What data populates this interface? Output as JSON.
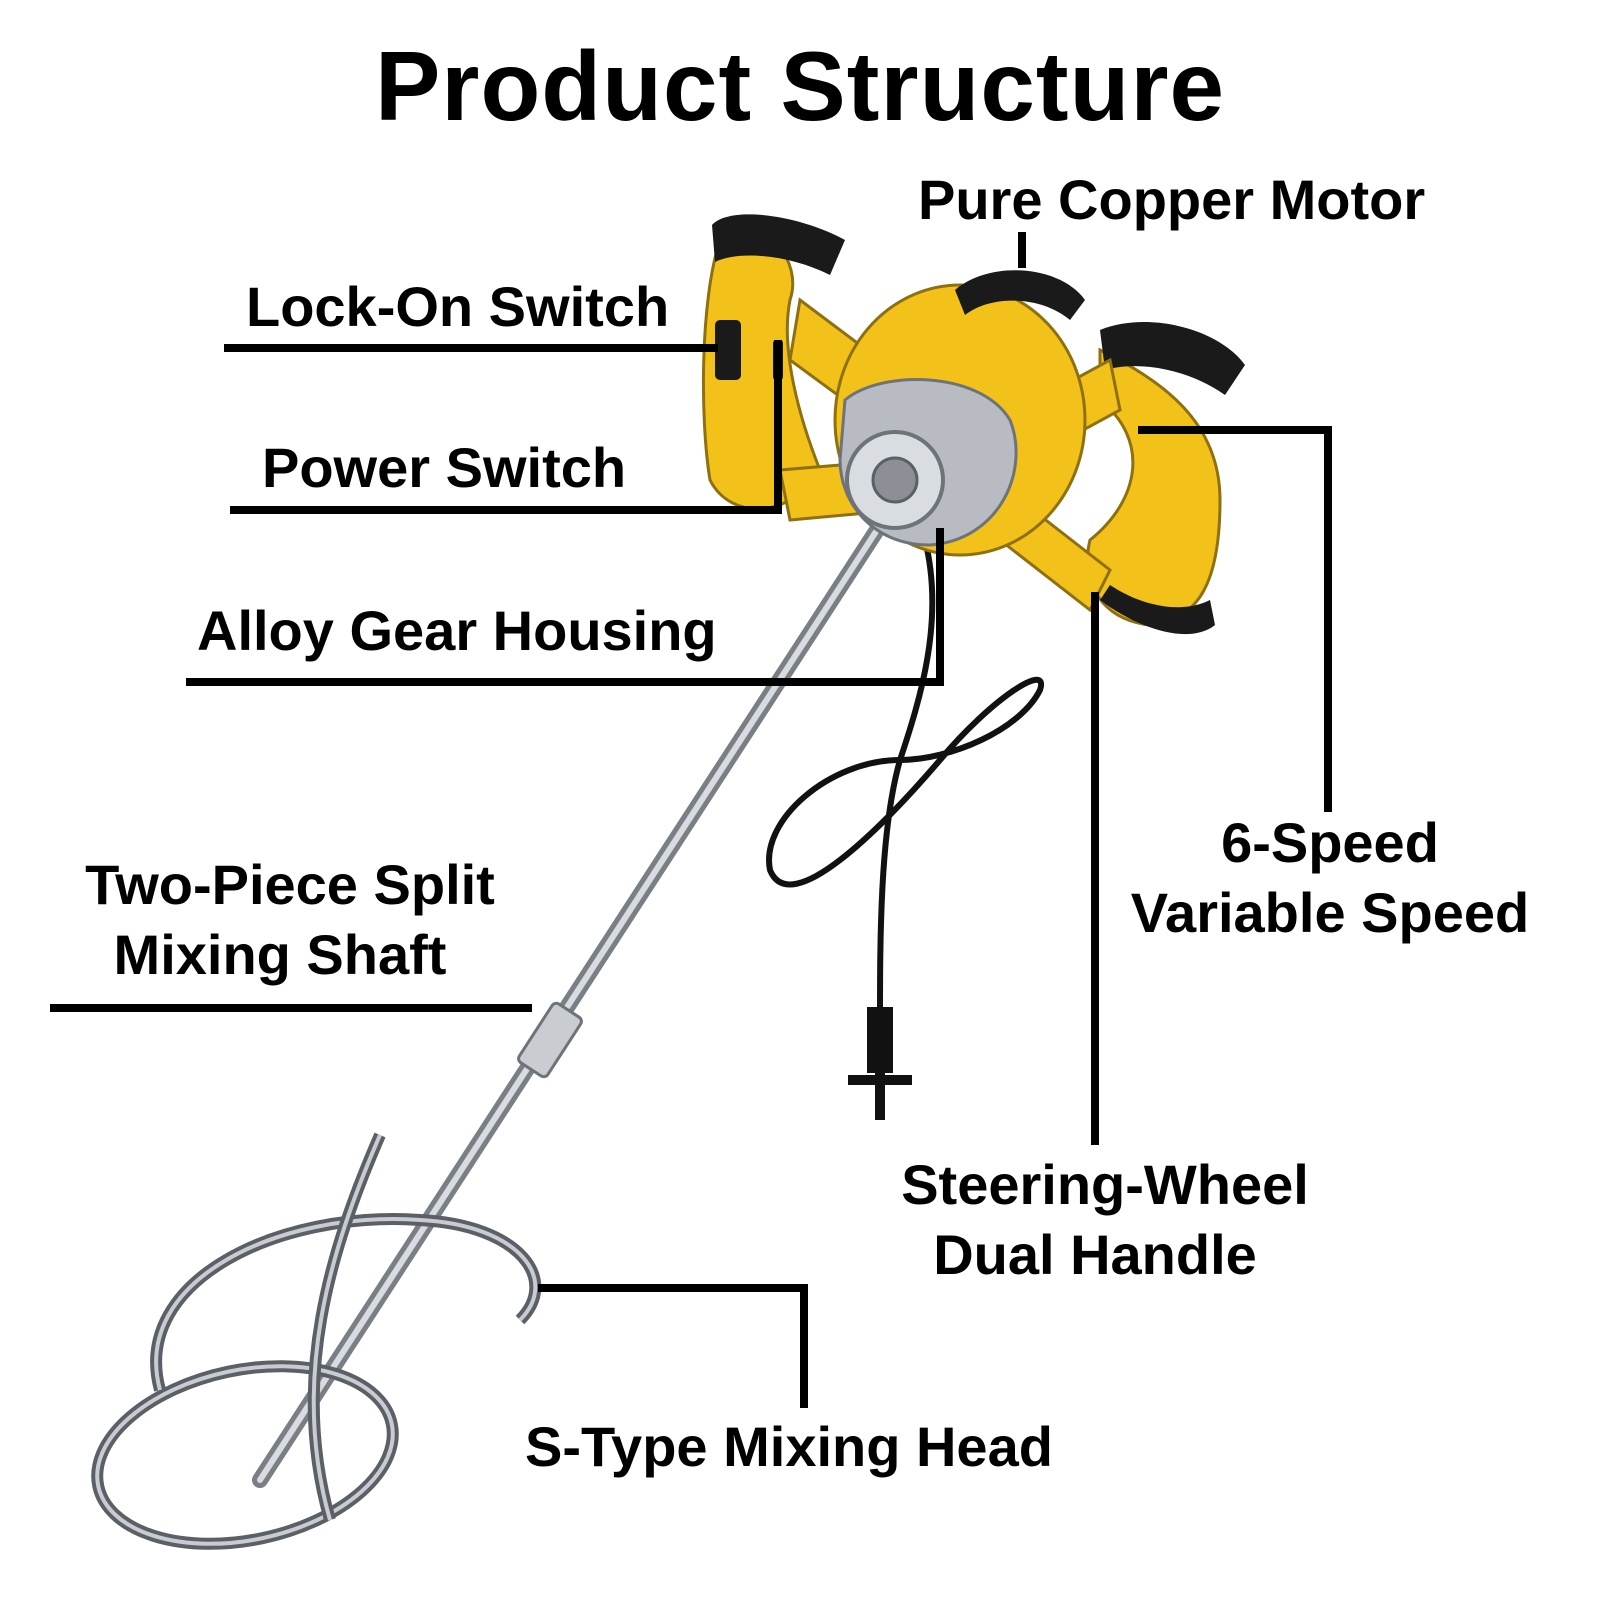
{
  "title": "Product Structure",
  "labels": {
    "pure_copper_motor": "Pure Copper Motor",
    "lock_on_switch": "Lock-On Switch",
    "power_switch": "Power Switch",
    "alloy_gear_housing": "Alloy Gear Housing",
    "split_shaft_line1": "Two-Piece Split",
    "split_shaft_line2": "Mixing Shaft",
    "speed_line1": "6-Speed",
    "speed_line2": "Variable Speed",
    "handle_line1": "Steering-Wheel",
    "handle_line2": "Dual Handle",
    "mixing_head": "S-Type Mixing Head"
  },
  "colors": {
    "body_yellow": "#f2c21b",
    "grip_black": "#1a1a1a",
    "metal": "#b8bcc2",
    "leader": "#000000"
  }
}
